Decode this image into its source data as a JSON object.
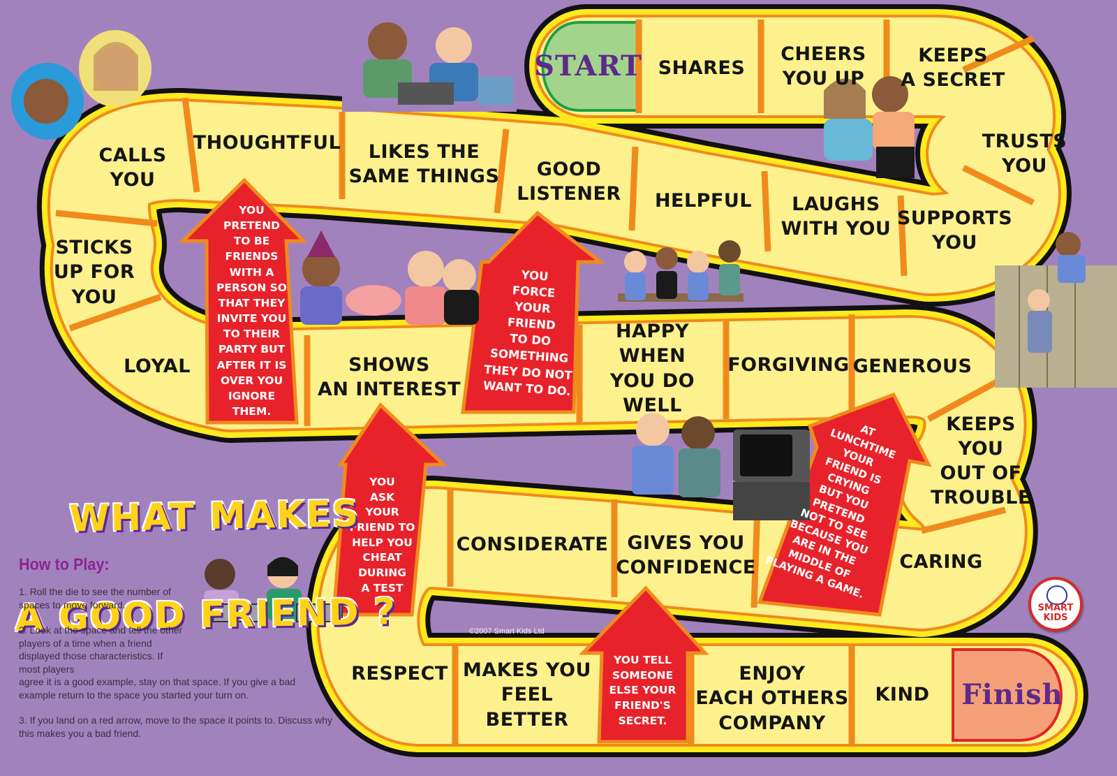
{
  "game": {
    "title_line1": "WHAT MAKES",
    "title_line2": "A GOOD FRIEND ?",
    "copyright": "©2007 Smart Kids Ltd",
    "logo": "SMART\nKIDS"
  },
  "colors": {
    "background": "#a282bd",
    "tile_fill": "#fdf18d",
    "tile_border": "#f08a1c",
    "track_yellow": "#ffea1f",
    "track_outline": "#111111",
    "start_fill": "#a3d48c",
    "start_border": "#1ea044",
    "finish_fill": "#f5a078",
    "finish_border": "#e32424",
    "arrow_fill": "#e8222a",
    "arrow_border": "#f08a1c",
    "label_purple": "#5e2a8a",
    "howto_heading": "#8b2594"
  },
  "board": {
    "start": "START",
    "finish": "Finish",
    "spaces": [
      {
        "label": "SHARES"
      },
      {
        "label": "CHEERS\nYOU UP"
      },
      {
        "label": "KEEPS\nA SECRET"
      },
      {
        "label": "TRUSTS\nYOU"
      },
      {
        "label": "SUPPORTS\nYOU"
      },
      {
        "label": "LAUGHS\nWITH YOU"
      },
      {
        "label": "HELPFUL"
      },
      {
        "label": "GOOD\nLISTENER"
      },
      {
        "label": "LIKES THE\nSAME THINGS"
      },
      {
        "label": "THOUGHTFUL"
      },
      {
        "label": "CALLS\nYOU"
      },
      {
        "label": "STICKS\nUP FOR\nYOU"
      },
      {
        "label": "LOYAL"
      },
      {
        "label": "SHOWS\nAN INTEREST"
      },
      {
        "label": "HAPPY WHEN\nYOU DO WELL"
      },
      {
        "label": "FORGIVING"
      },
      {
        "label": "GENEROUS"
      },
      {
        "label": "KEEPS\nYOU\nOUT OF\nTROUBLE"
      },
      {
        "label": "CARING"
      },
      {
        "label": "GIVES YOU\nCONFIDENCE"
      },
      {
        "label": "CONSIDERATE"
      },
      {
        "label": "RESPECT"
      },
      {
        "label": "MAKES YOU\nFEEL BETTER"
      },
      {
        "label": "ENJOY\nEACH OTHERS\nCOMPANY"
      },
      {
        "label": "KIND"
      }
    ],
    "arrows": [
      {
        "text": "YOU\nPRETEND\nTO BE\nFRIENDS\nWITH A\nPERSON SO\nTHAT THEY\nINVITE YOU\nTO THEIR\nPARTY BUT\nAFTER IT IS\nOVER YOU\nIGNORE\nTHEM."
      },
      {
        "text": "YOU\nFORCE\nYOUR\nFRIEND\nTO DO\nSOMETHING\nTHEY DO NOT\nWANT TO DO."
      },
      {
        "text": "YOU\nASK\nYOUR\nFRIEND TO\nHELP YOU\nCHEAT DURING\nA TEST"
      },
      {
        "text": "AT\nLUNCHTIME\nYOUR\nFRIEND IS\nCRYING\nBUT YOU\nPRETEND\nNOT TO SEE\nBECAUSE YOU\nARE IN THE\nMIDDLE OF\nPLAYING A GAME."
      },
      {
        "text": "YOU TELL\nSOMEONE\nELSE YOUR\nFRIEND'S\nSECRET."
      }
    ]
  },
  "how_to_play": {
    "heading": "How to Play:",
    "step1": "1. Roll the die to see the number of spaces to move forward.",
    "step2a": "2. Look at the space and tell the other players of a time when a friend displayed those characteristics. If most players",
    "step2b": "agree it is a good example, stay on that space. If you give a bad example return to the space you started your turn on.",
    "step3": "3. If you land on a red arrow, move to the space it points to. Discuss why this makes you a bad friend."
  }
}
